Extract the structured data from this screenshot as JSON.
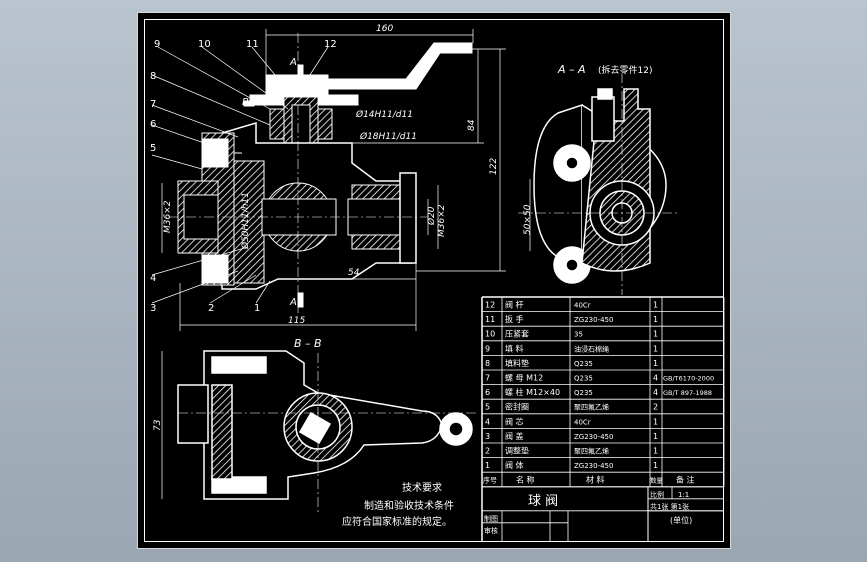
{
  "drawing": {
    "part_numbers": [
      "1",
      "2",
      "3",
      "4",
      "5",
      "6",
      "7",
      "8",
      "9",
      "10",
      "11",
      "12"
    ],
    "section_labels": {
      "a_marker": "A",
      "b_marker": "B",
      "a_a_title": "A – A",
      "a_a_note": "(拆去零件12)",
      "b_b_title": "B – B"
    },
    "dimensions": {
      "width_top": "160",
      "fit_upper": "Ø14H11/d11",
      "fit_lower": "Ø18H11/d11",
      "height_84": "84",
      "height_122": "122",
      "thread_left": "M36×2",
      "fit_left": "Ø50H11/h11",
      "dia_20": "Ø20",
      "thread_right": "M36×2",
      "len_54": "54",
      "len_115": "115",
      "sec_50": "50×50",
      "bb_73": "73"
    },
    "tech_req": {
      "title": "技术要求",
      "line1": "制造和验收技术条件",
      "line2": "应符合国家标准的规定。"
    },
    "bom": {
      "rows": [
        {
          "no": "12",
          "name": "阀  杆",
          "material": "40Cr",
          "qty": "1",
          "note": ""
        },
        {
          "no": "11",
          "name": "扳  手",
          "material": "ZG230-450",
          "qty": "1",
          "note": ""
        },
        {
          "no": "10",
          "name": "压紧套",
          "material": "35",
          "qty": "1",
          "note": ""
        },
        {
          "no": "9",
          "name": "填  料",
          "material": "油浸石棉绳",
          "qty": "1",
          "note": ""
        },
        {
          "no": "8",
          "name": "填料垫",
          "material": "Q235",
          "qty": "1",
          "note": ""
        },
        {
          "no": "7",
          "name": "螺  母 M12",
          "material": "Q235",
          "qty": "4",
          "note": "GB/T6170-2000"
        },
        {
          "no": "6",
          "name": "螺  柱 M12×40",
          "material": "Q235",
          "qty": "4",
          "note": "GB/T 897-1988"
        },
        {
          "no": "5",
          "name": "密封圈",
          "material": "聚四氟乙烯",
          "qty": "2",
          "note": ""
        },
        {
          "no": "4",
          "name": "阀  芯",
          "material": "40Cr",
          "qty": "1",
          "note": ""
        },
        {
          "no": "3",
          "name": "阀  盖",
          "material": "ZG230-450",
          "qty": "1",
          "note": ""
        },
        {
          "no": "2",
          "name": "调整垫",
          "material": "聚四氟乙烯",
          "qty": "1",
          "note": ""
        },
        {
          "no": "1",
          "name": "阀  体",
          "material": "ZG230-450",
          "qty": "1",
          "note": ""
        }
      ],
      "header": {
        "no": "序号",
        "name": "名  称",
        "material": "材  料",
        "qty": "数量",
        "note": "备  注"
      },
      "title": "球    阀",
      "scale_label": "比例",
      "scale_value": "1:1",
      "sheets": "共1张 第1张",
      "drawn_by": "制图",
      "checked_by": "审核",
      "unit": "(单位)"
    }
  }
}
